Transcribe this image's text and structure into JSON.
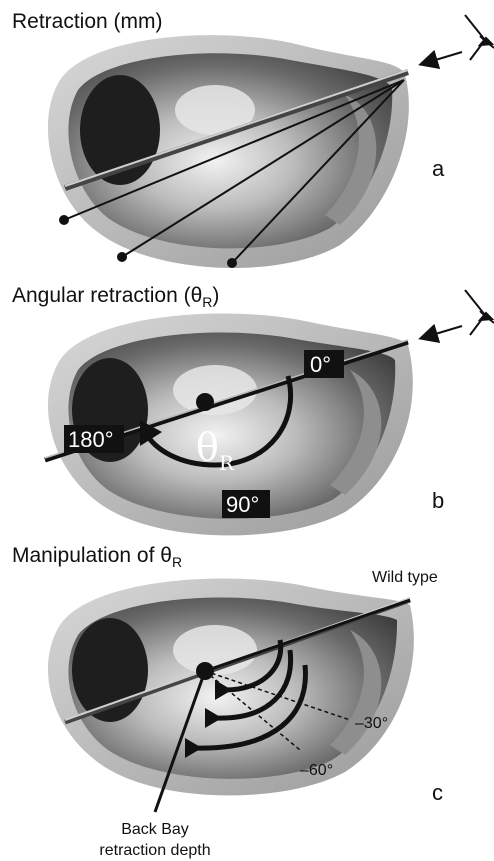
{
  "panel_a": {
    "title": "Retraction (mm)",
    "letter": "a"
  },
  "panel_b": {
    "title": "Angular retraction (θ",
    "title_sub": "R",
    "title_close": ")",
    "label_0": "0°",
    "label_90": "90°",
    "label_180": "180°",
    "theta": "θ",
    "theta_sub": "R",
    "letter": "b"
  },
  "panel_c": {
    "title": "Manipulation of θ",
    "title_sub": "R",
    "label_wild": "Wild type",
    "label_30": "–30°",
    "label_60": "–60°",
    "back_bay_line1": "Back Bay",
    "back_bay_line2": "retraction depth",
    "letter": "c"
  },
  "icons": [
    "eye-icon",
    "arrow-icon"
  ]
}
